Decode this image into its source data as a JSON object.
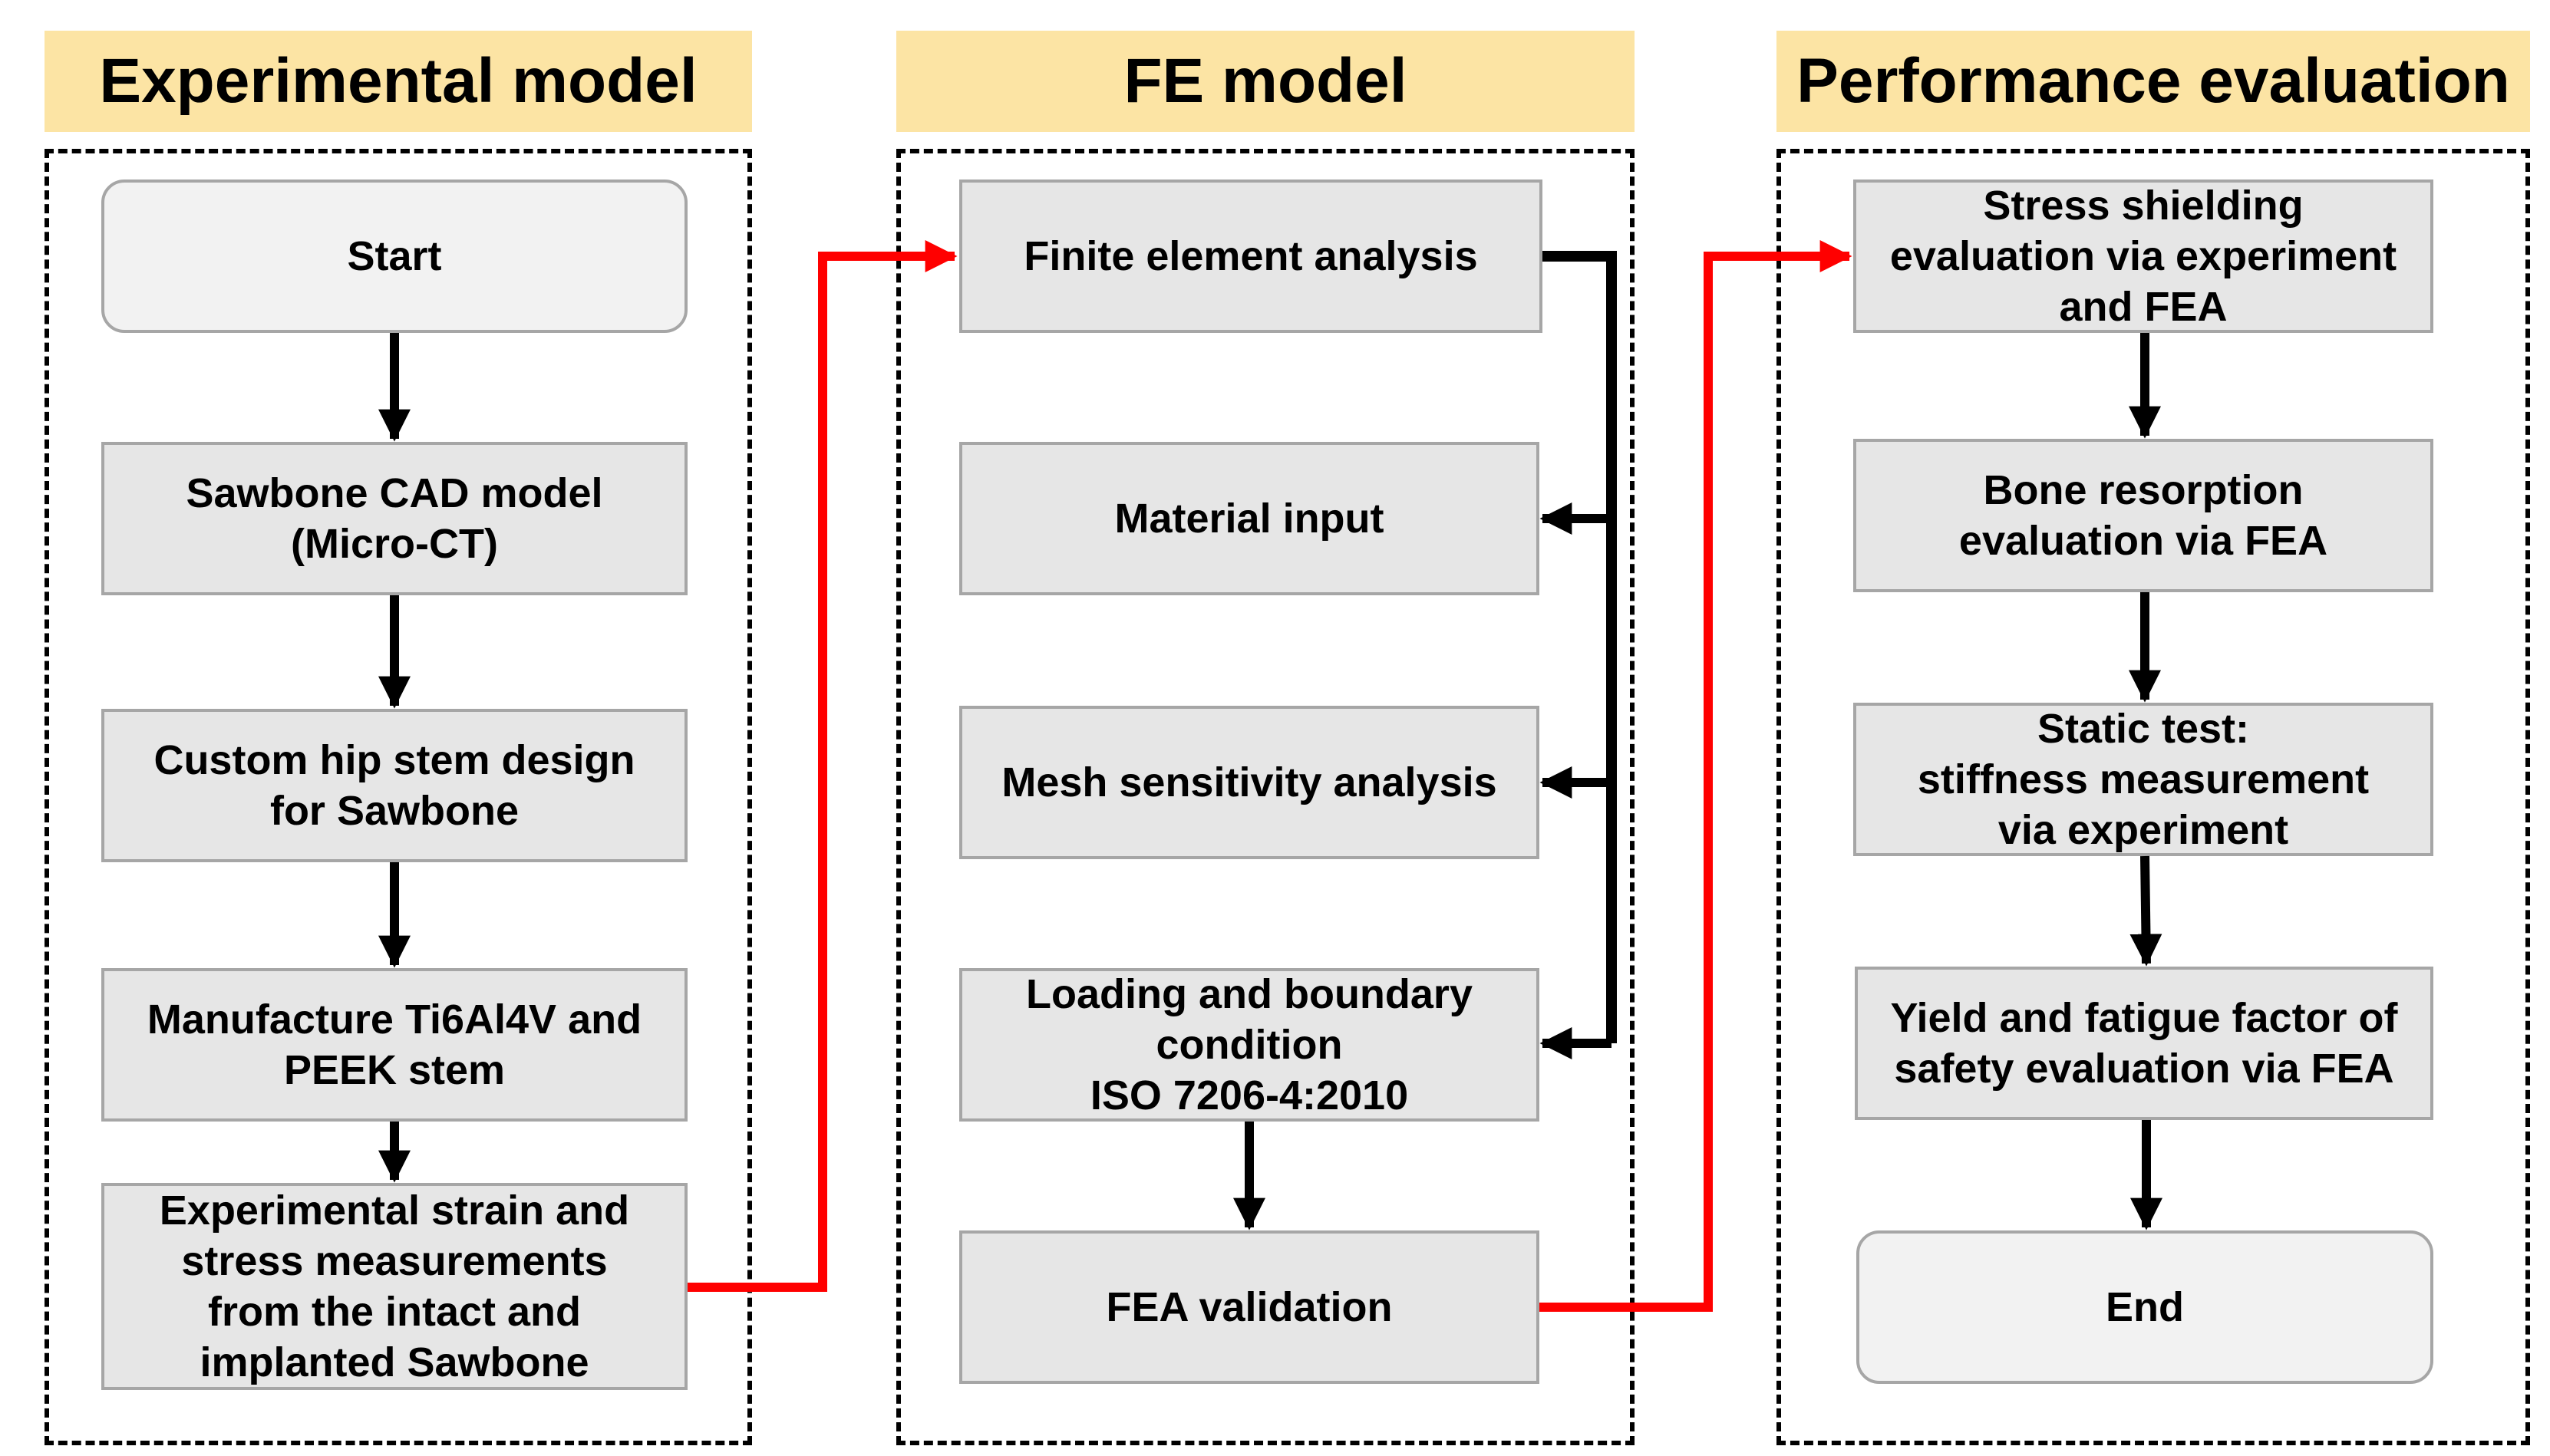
{
  "headers": {
    "experimental": "Experimental model",
    "fe": "FE model",
    "performance": "Performance evaluation"
  },
  "experimental_steps": {
    "start": "Start",
    "cad": "Sawbone CAD model\n(Micro-CT)",
    "design": "Custom hip stem design\nfor Sawbone",
    "manufacture": "Manufacture Ti6Al4V and\nPEEK stem",
    "measure": "Experimental strain and\nstress measurements\nfrom the intact and\nimplanted Sawbone"
  },
  "fe_steps": {
    "fea": "Finite element analysis",
    "material": "Material input",
    "mesh": "Mesh sensitivity analysis",
    "loading": "Loading and boundary\ncondition\nISO 7206-4:2010",
    "validation": "FEA validation"
  },
  "performance_steps": {
    "stress": "Stress shielding\nevaluation via experiment\nand FEA",
    "bone": "Bone resorption\nevaluation via FEA",
    "static": "Static test:\nstiffness measurement\nvia experiment",
    "yield": "Yield and fatigue factor of\nsafety evaluation via FEA",
    "end": "End"
  },
  "colors": {
    "header_fill": "#fce4a4",
    "box_fill": "#e6e6e6",
    "terminal_fill": "#f2f2f2",
    "box_border": "#a6a6a6",
    "flow_arrow": "#000000",
    "cross_arrow": "#ff0000"
  }
}
